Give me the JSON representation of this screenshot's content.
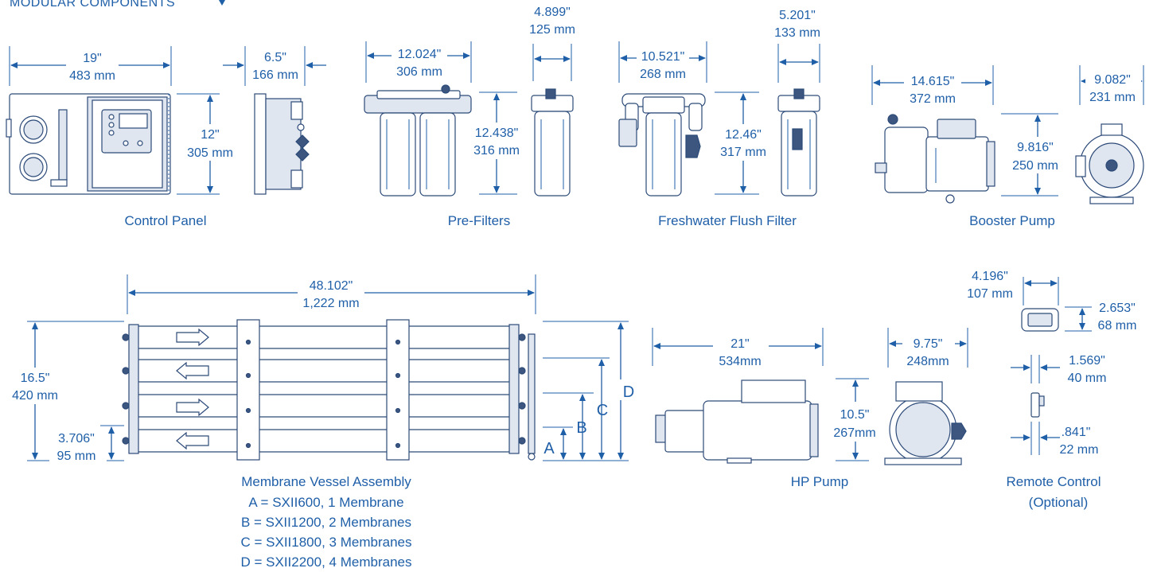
{
  "section_title": "MODULAR COMPONENTS",
  "components": {
    "control_panel": {
      "caption": "Control Panel",
      "width_in": "19\"",
      "width_mm": "483 mm",
      "height_in": "12\"",
      "height_mm": "305 mm",
      "depth_in": "6.5\"",
      "depth_mm": "166 mm"
    },
    "pre_filters": {
      "caption": "Pre-Filters",
      "width_in": "12.024\"",
      "width_mm": "306 mm",
      "height_in": "12.438\"",
      "height_mm": "316 mm",
      "depth_in": "4.899\"",
      "depth_mm": "125 mm"
    },
    "flush_filter": {
      "caption": "Freshwater Flush Filter",
      "width_in": "10.521\"",
      "width_mm": "268 mm",
      "height_in": "12.46\"",
      "height_mm": "317 mm",
      "depth_in": "5.201\"",
      "depth_mm": "133 mm"
    },
    "booster_pump": {
      "caption": "Booster Pump",
      "width_in": "14.615\"",
      "width_mm": "372 mm",
      "height_in": "9.816\"",
      "height_mm": "250 mm",
      "depth_in": "9.082\"",
      "depth_mm": "231 mm"
    },
    "membrane": {
      "caption": "Membrane Vessel Assembly",
      "width_in": "48.102\"",
      "width_mm": "1,222 mm",
      "height_in": "16.5\"",
      "height_mm": "420 mm",
      "spacing_in": "3.706\"",
      "spacing_mm": "95 mm",
      "letters": [
        "A",
        "B",
        "C",
        "D"
      ],
      "legend": [
        "A = SXII600, 1 Membrane",
        "B = SXII1200, 2 Membranes",
        "C = SXII1800, 3 Membranes",
        "D = SXII2200, 4 Membranes"
      ]
    },
    "hp_pump": {
      "caption": "HP Pump",
      "width_in": "21\"",
      "width_mm": "534mm",
      "height_in": "10.5\"",
      "height_mm": "267mm",
      "depth_in": "9.75\"",
      "depth_mm": "248mm"
    },
    "remote": {
      "caption": "Remote Control",
      "caption2": "(Optional)",
      "width_in": "4.196\"",
      "width_mm": "107 mm",
      "height_in": "2.653\"",
      "height_mm": "68 mm",
      "depth_in": "1.569\"",
      "depth_mm": "40 mm",
      "depth2_in": ".841\"",
      "depth2_mm": "22 mm"
    }
  }
}
